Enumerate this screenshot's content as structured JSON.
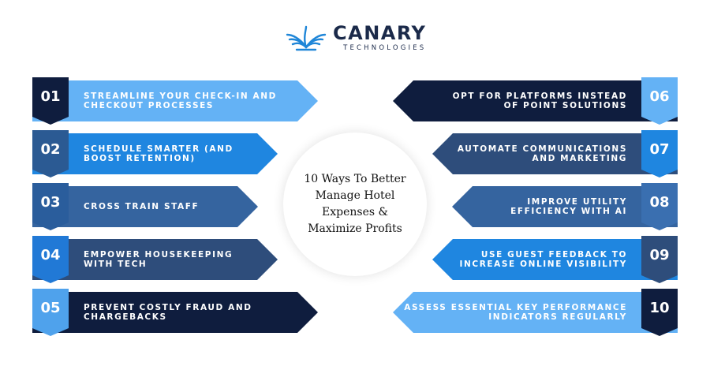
{
  "logo": {
    "name": "CANARY",
    "subtitle": "TECHNOLOGIES",
    "color": "#1b2a4a",
    "accent": "#1f86d8"
  },
  "center": {
    "title": "10 Ways To Better Manage Hotel Expenses & Maximize Profits"
  },
  "colors": {
    "light_blue": "#64b2f5",
    "bright_blue": "#1f86e0",
    "mid_blue": "#35649f",
    "slate_blue": "#2e4d7b",
    "navy": "#0f1d3e"
  },
  "items": [
    {
      "num": "01",
      "label": "STREAMLINE YOUR CHECK-IN AND CHECKOUT PROCESSES",
      "banner_color": "#64b2f5",
      "tab_color": "#0f1d3e"
    },
    {
      "num": "02",
      "label": "SCHEDULE SMARTER (AND BOOST RETENTION)",
      "banner_color": "#1f86e0",
      "tab_color": "#2b5a93"
    },
    {
      "num": "03",
      "label": "CROSS TRAIN STAFF",
      "banner_color": "#35649f",
      "tab_color": "#2a5d9c"
    },
    {
      "num": "04",
      "label": "EMPOWER HOUSEKEEPING WITH TECH",
      "banner_color": "#2e4d7b",
      "tab_color": "#2179d6"
    },
    {
      "num": "05",
      "label": "PREVENT COSTLY FRAUD AND CHARGEBACKS",
      "banner_color": "#0f1d3e",
      "tab_color": "#4fa2ec"
    },
    {
      "num": "06",
      "label": "OPT FOR PLATFORMS INSTEAD OF POINT SOLUTIONS",
      "banner_color": "#0f1d3e",
      "tab_color": "#64b2f5"
    },
    {
      "num": "07",
      "label": "AUTOMATE COMMUNICATIONS AND MARKETING",
      "banner_color": "#2e4d7b",
      "tab_color": "#1f86e0"
    },
    {
      "num": "08",
      "label": "IMPROVE UTILITY EFFICIENCY WITH AI",
      "banner_color": "#35649f",
      "tab_color": "#3a6fb0"
    },
    {
      "num": "09",
      "label": "USE GUEST FEEDBACK TO INCREASE ONLINE VISIBILITY",
      "banner_color": "#1f86e0",
      "tab_color": "#2e4d7b"
    },
    {
      "num": "10",
      "label": "ASSESS ESSENTIAL KEY PERFORMANCE INDICATORS REGULARLY",
      "banner_color": "#64b2f5",
      "tab_color": "#0f1d3e"
    }
  ]
}
